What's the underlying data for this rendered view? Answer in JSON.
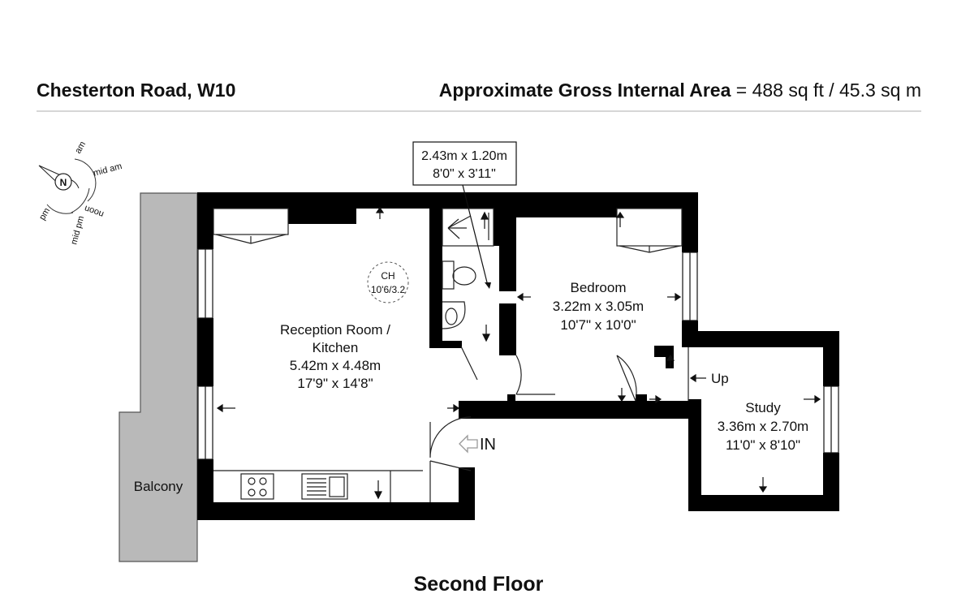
{
  "header": {
    "address": "Chesterton Road, W10",
    "area_label": "Approximate Gross Internal Area",
    "area_value": "= 488 sq ft / 45.3 sq m"
  },
  "compass": {
    "north": "N",
    "am": "am",
    "mid_am": "mid am",
    "noon": "noon",
    "mid_pm": "mid pm",
    "pm": "pm"
  },
  "rooms": {
    "reception": {
      "name_line1": "Reception Room /",
      "name_line2": "Kitchen",
      "metric": "5.42m x 4.48m",
      "imperial": "17'9\" x 14'8\""
    },
    "bedroom": {
      "name": "Bedroom",
      "metric": "3.22m x 3.05m",
      "imperial": "10'7\" x 10'0\""
    },
    "study": {
      "name": "Study",
      "metric": "3.36m x 2.70m",
      "imperial": "11'0\" x 8'10\""
    },
    "bathroom": {
      "metric": "2.43m x 1.20m",
      "imperial": "8'0\" x 3'11\""
    },
    "balcony": {
      "name": "Balcony"
    }
  },
  "ceiling_height": {
    "label": "CH",
    "value": "10'6/3.2"
  },
  "labels": {
    "entrance": "IN",
    "stairs": "Up"
  },
  "floor": {
    "name": "Second Floor"
  },
  "colors": {
    "wall": "#000000",
    "balcony_fill": "#b9b9b9",
    "rule": "#d6d6d6"
  }
}
